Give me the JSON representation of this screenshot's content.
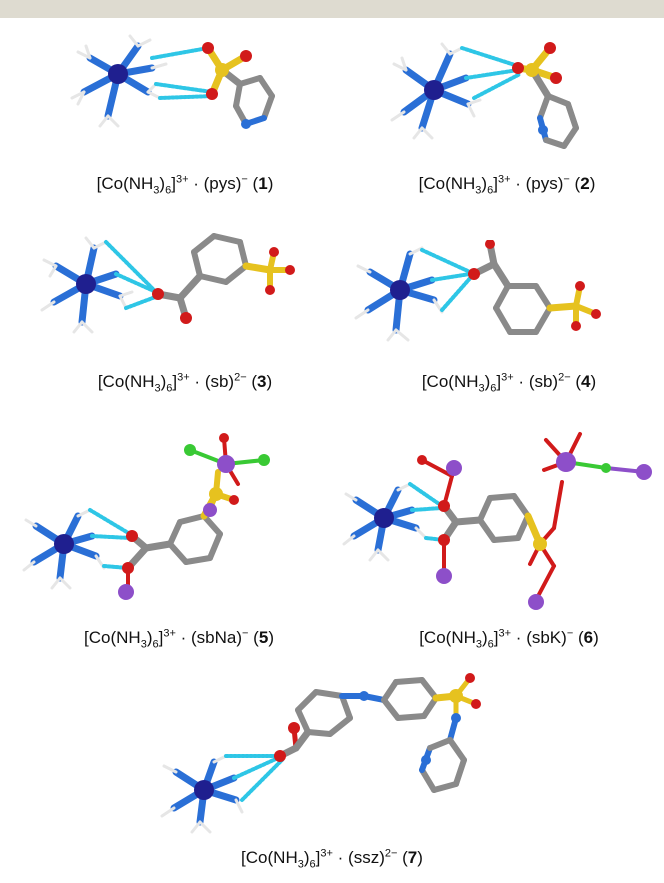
{
  "header_bar_color": "#dedbd0",
  "atom_colors": {
    "cobalt": "#1f1f8f",
    "nitrogen": "#2a6fd6",
    "hydrogen": "#e6e6e6",
    "oxygen": "#d11a1a",
    "sulfur": "#e6c21f",
    "carbon": "#8a8a8a",
    "sodium_potassium": "#8d4fc9",
    "chlorine": "#39c934",
    "hbond": "#2ec6e6"
  },
  "panels": [
    {
      "cation": "[Co(NH",
      "sub": "3",
      "close": ")",
      "sub6": "6",
      "charge": "3+",
      "anion": "(pys)",
      "anion_charge": "−",
      "number": "1"
    },
    {
      "cation": "[Co(NH",
      "sub": "3",
      "close": ")",
      "sub6": "6",
      "charge": "3+",
      "anion": "(pys)",
      "anion_charge": "−",
      "number": "2"
    },
    {
      "cation": "[Co(NH",
      "sub": "3",
      "close": ")",
      "sub6": "6",
      "charge": "3+",
      "anion": "(sb)",
      "anion_charge": "2−",
      "number": "3"
    },
    {
      "cation": "[Co(NH",
      "sub": "3",
      "close": ")",
      "sub6": "6",
      "charge": "3+",
      "anion": "(sb)",
      "anion_charge": "2−",
      "number": "4"
    },
    {
      "cation": "[Co(NH",
      "sub": "3",
      "close": ")",
      "sub6": "6",
      "charge": "3+",
      "anion": "(sbNa)",
      "anion_charge": "−",
      "number": "5"
    },
    {
      "cation": "[Co(NH",
      "sub": "3",
      "close": ")",
      "sub6": "6",
      "charge": "3+",
      "anion": "(sbK)",
      "anion_charge": "−",
      "number": "6"
    },
    {
      "cation": "[Co(NH",
      "sub": "3",
      "close": ")",
      "sub6": "6",
      "charge": "3+",
      "anion": "(ssz)",
      "anion_charge": "2−",
      "number": "7"
    }
  ]
}
